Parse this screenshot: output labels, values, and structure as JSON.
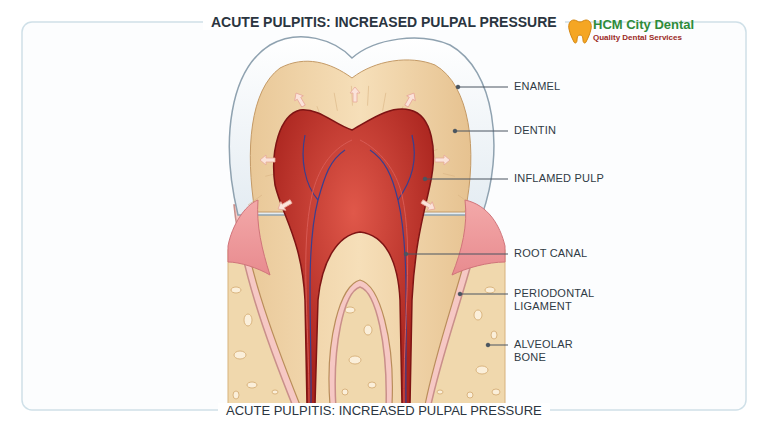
{
  "diagram": {
    "title": "ACUTE PULPITIS: INCREASED PULPAL PRESSURE",
    "caption": "ACUTE PULPITIS: INCREASED PULPAL PRESSURE",
    "labels": [
      "ENAMEL",
      "DENTIN",
      "INFLAMED PULP",
      "ROOT CANAL",
      "PERIODONTAL LIGAMENT",
      "ALVEOLAR BONE",
      "HCM City Dental",
      "Quality Dental Services"
    ]
  }
}
